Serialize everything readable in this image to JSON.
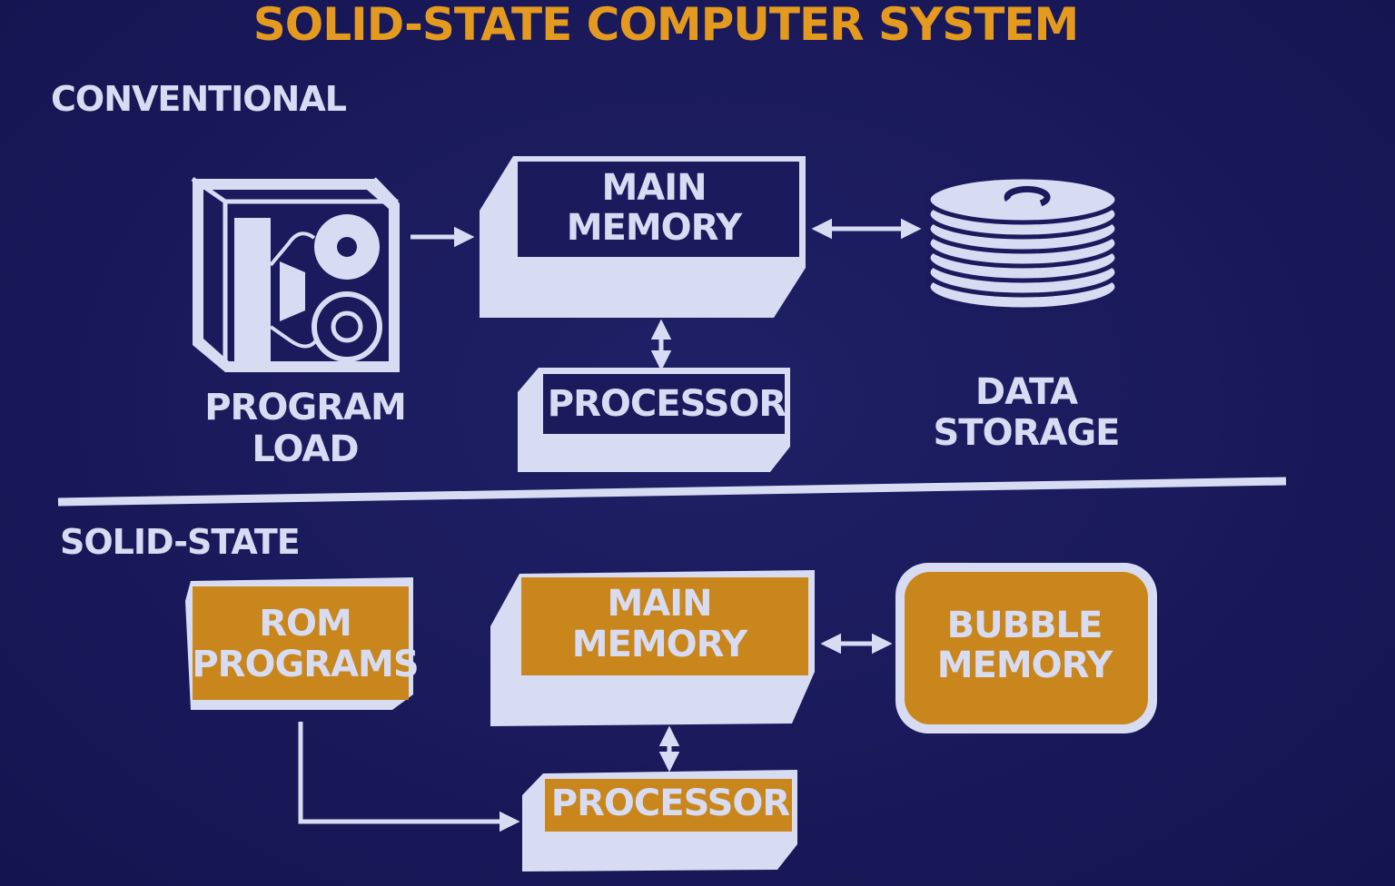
{
  "title": "SOLID-STATE COMPUTER SYSTEM",
  "colors": {
    "background": "#1a1a5c",
    "light": "#d8dcf2",
    "accent": "#c9861c",
    "title": "#e49a1f"
  },
  "conventional": {
    "heading": "CONVENTIONAL",
    "program_load": {
      "line1": "PROGRAM",
      "line2": "LOAD",
      "icon": "tape-drive-icon"
    },
    "main_memory": {
      "line1": "MAIN",
      "line2": "MEMORY"
    },
    "processor": {
      "label": "PROCESSOR"
    },
    "data_storage": {
      "line1": "DATA",
      "line2": "STORAGE",
      "icon": "disk-stack-icon"
    }
  },
  "solid_state": {
    "heading": "SOLID-STATE",
    "rom_programs": {
      "line1": "ROM",
      "line2": "PROGRAMS"
    },
    "main_memory": {
      "line1": "MAIN",
      "line2": "MEMORY"
    },
    "processor": {
      "label": "PROCESSOR"
    },
    "bubble_memory": {
      "line1": "BUBBLE",
      "line2": "MEMORY"
    }
  }
}
